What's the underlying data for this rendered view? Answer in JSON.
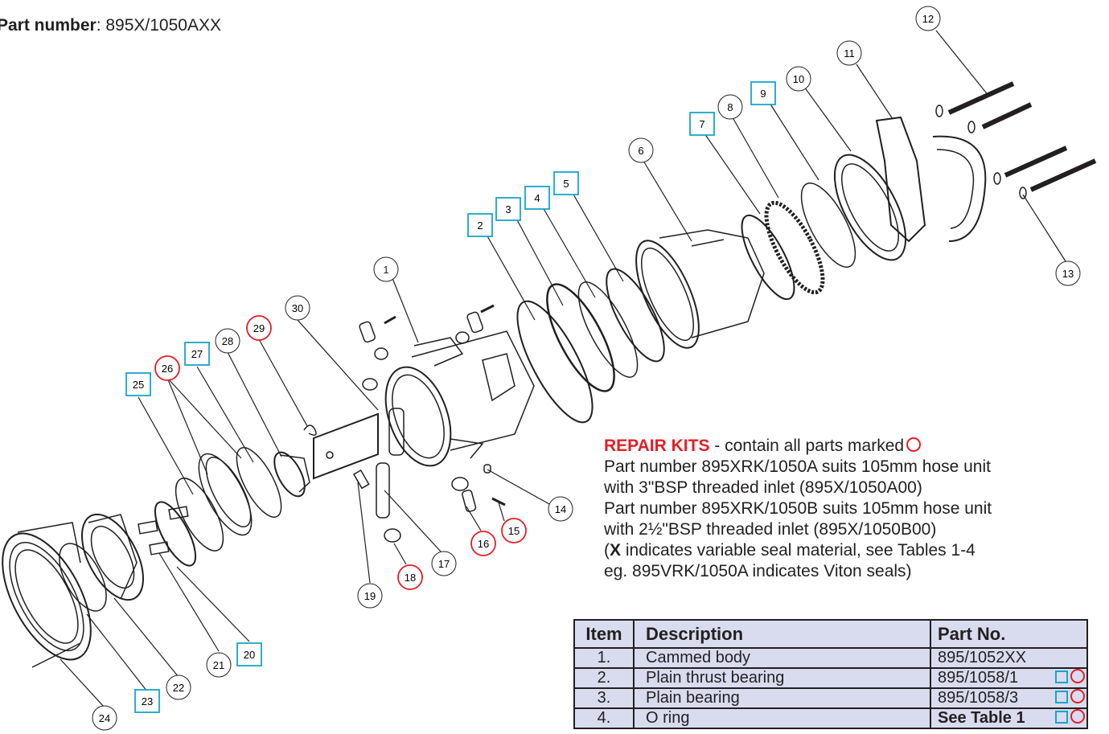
{
  "header": {
    "label": "Part number",
    "value": ": 895X/1050AXX"
  },
  "callouts": [
    {
      "n": "1",
      "style": "circle"
    },
    {
      "n": "2",
      "style": "box"
    },
    {
      "n": "3",
      "style": "box"
    },
    {
      "n": "4",
      "style": "box"
    },
    {
      "n": "5",
      "style": "box"
    },
    {
      "n": "6",
      "style": "circle"
    },
    {
      "n": "7",
      "style": "box"
    },
    {
      "n": "8",
      "style": "circle"
    },
    {
      "n": "9",
      "style": "box"
    },
    {
      "n": "10",
      "style": "circle"
    },
    {
      "n": "11",
      "style": "circle"
    },
    {
      "n": "12",
      "style": "circle"
    },
    {
      "n": "13",
      "style": "circle"
    },
    {
      "n": "14",
      "style": "circle"
    },
    {
      "n": "15",
      "style": "red-circle"
    },
    {
      "n": "16",
      "style": "red-circle"
    },
    {
      "n": "17",
      "style": "circle"
    },
    {
      "n": "18",
      "style": "red-circle"
    },
    {
      "n": "19",
      "style": "circle"
    },
    {
      "n": "20",
      "style": "box"
    },
    {
      "n": "21",
      "style": "circle"
    },
    {
      "n": "22",
      "style": "circle"
    },
    {
      "n": "23",
      "style": "box"
    },
    {
      "n": "24",
      "style": "circle"
    },
    {
      "n": "25",
      "style": "box"
    },
    {
      "n": "26",
      "style": "red-circle"
    },
    {
      "n": "27",
      "style": "box"
    },
    {
      "n": "28",
      "style": "circle"
    },
    {
      "n": "29",
      "style": "red-circle"
    },
    {
      "n": "30",
      "style": "circle"
    }
  ],
  "repair_kits": {
    "title": "REPAIR KITS",
    "intro": " - contain all parts marked",
    "lines": [
      "Part number 895XRK/1050A suits 105mm hose unit",
      "with 3\"BSP threaded inlet (895X/1050A00)",
      "Part number 895XRK/1050B suits 105mm hose unit",
      "with 2½\"BSP threaded inlet (895X/1050B00)"
    ],
    "note_x": "X",
    "note_rest": " indicates variable seal material, see Tables 1-4",
    "note_eg": " eg. 895VRK/1050A indicates Viton seals)"
  },
  "table": {
    "headers": [
      "Item",
      "Description",
      "Part No."
    ],
    "rows": [
      {
        "item": "1.",
        "desc": "Cammed body",
        "part": "895/1052XX",
        "box": false,
        "ring": false,
        "bold": false
      },
      {
        "item": "2.",
        "desc": "Plain thrust bearing",
        "part": "895/1058/1",
        "box": true,
        "ring": true,
        "bold": false
      },
      {
        "item": "3.",
        "desc": "Plain bearing",
        "part": "895/1058/3",
        "box": true,
        "ring": true,
        "bold": false
      },
      {
        "item": "4.",
        "desc": "O ring",
        "part": "See Table 1",
        "box": true,
        "ring": true,
        "bold": true
      }
    ]
  },
  "colors": {
    "box": "#17a5c8",
    "ring": "#e21f26",
    "table_bg": "#d9dcef",
    "line": "#231f20"
  }
}
